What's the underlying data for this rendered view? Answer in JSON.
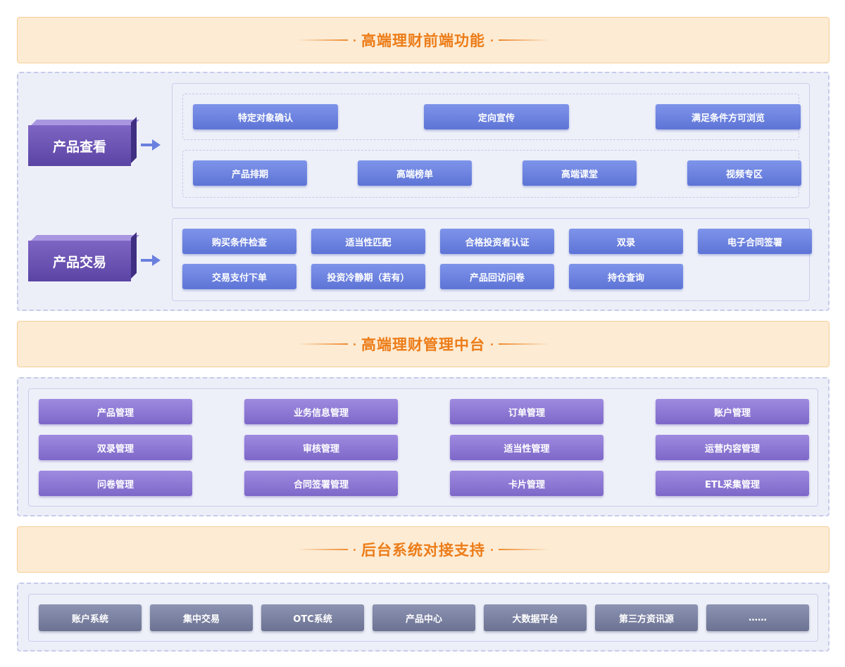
{
  "sections": {
    "frontend": {
      "title": "高端理财前端功能"
    },
    "middle": {
      "title": "高端理财管理中台"
    },
    "backend": {
      "title": "后台系统对接支持"
    }
  },
  "frontend": {
    "view": {
      "label": "产品查看",
      "row1": [
        "特定对象确认",
        "定向宣传",
        "满足条件方可浏览"
      ],
      "row2": [
        "产品排期",
        "高端榜单",
        "高端课堂",
        "视频专区"
      ]
    },
    "trade": {
      "label": "产品交易",
      "row1": [
        "购买条件检查",
        "适当性匹配",
        "合格投资者认证",
        "双录",
        "电子合同签署"
      ],
      "row2": [
        "交易支付下单",
        "投资冷静期（若有）",
        "产品回访问卷",
        "持仓查询"
      ]
    }
  },
  "middle": {
    "rows": [
      [
        "产品管理",
        "业务信息管理",
        "订单管理",
        "账户管理"
      ],
      [
        "双录管理",
        "审核管理",
        "适当性管理",
        "运营内容管理"
      ],
      [
        "问卷管理",
        "合同签署管理",
        "卡片管理",
        "ETL采集管理"
      ]
    ]
  },
  "backend": {
    "items": [
      "账户系统",
      "集中交易",
      "OTC系统",
      "产品中心",
      "大数据平台",
      "第三方资讯源",
      "……"
    ]
  },
  "colors": {
    "banner_bg": "#fdebd3",
    "banner_text": "#ec7c18",
    "blue_button": "#6a80de",
    "purple_button": "#8b76d3",
    "slate_button": "#7a809f",
    "block": "#6a52b5"
  }
}
